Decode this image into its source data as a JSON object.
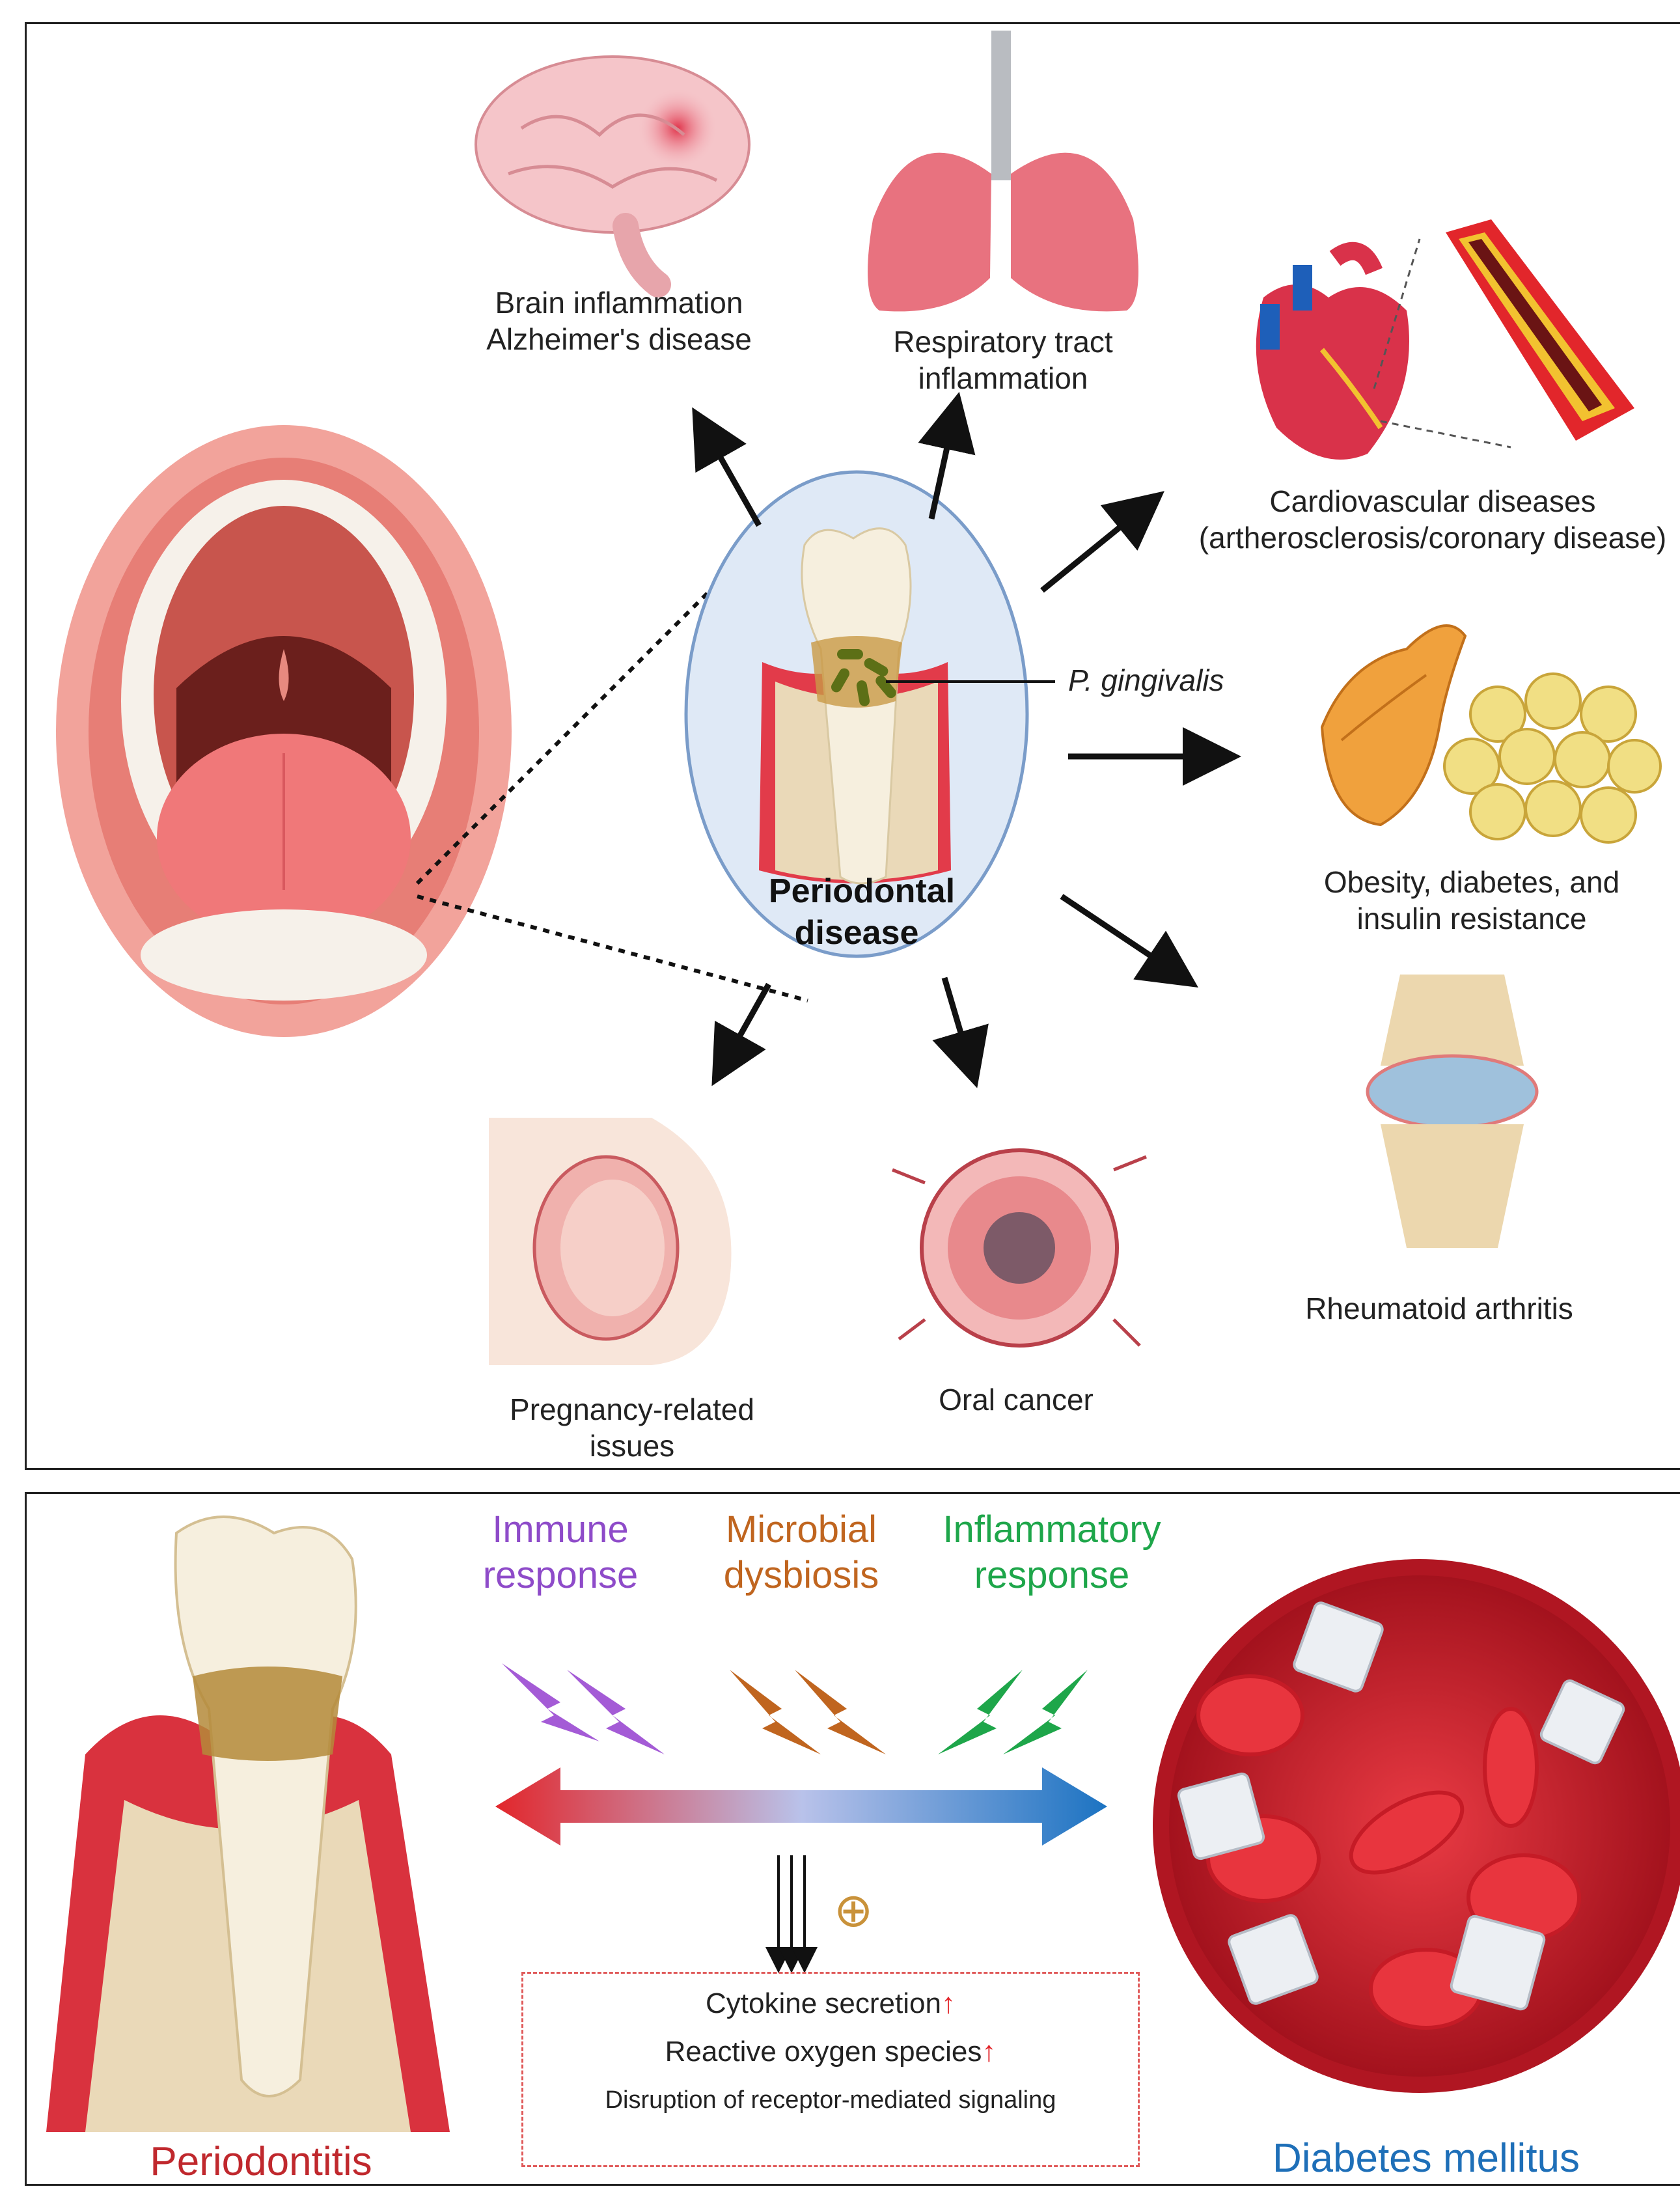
{
  "top_panel": {
    "center": {
      "label_line1": "Periodontal",
      "label_line2": "disease",
      "pathogen_label": "P. gingivalis"
    },
    "outcomes": [
      {
        "id": "brain",
        "lines": [
          "Brain inflammation",
          "Alzheimer's disease"
        ]
      },
      {
        "id": "respiratory",
        "lines": [
          "Respiratory tract",
          "inflammation"
        ]
      },
      {
        "id": "cardio",
        "lines": [
          "Cardiovascular diseases",
          "(artherosclerosis/coronary disease)"
        ]
      },
      {
        "id": "obesity",
        "lines": [
          "Obesity, diabetes, and",
          "insulin resistance"
        ]
      },
      {
        "id": "arthritis",
        "lines": [
          "Rheumatoid arthritis"
        ]
      },
      {
        "id": "oral-cancer",
        "lines": [
          "Oral cancer"
        ]
      },
      {
        "id": "pregnancy",
        "lines": [
          "Pregnancy-related",
          "issues"
        ]
      }
    ]
  },
  "bottom_panel": {
    "causes": [
      {
        "id": "immune",
        "lines": [
          "Immune",
          "response"
        ],
        "color": "#8e4bc9"
      },
      {
        "id": "microbial",
        "lines": [
          "Microbial",
          "dysbiosis"
        ],
        "color": "#c0651f"
      },
      {
        "id": "inflammatory",
        "lines": [
          "Inflammatory",
          "response"
        ],
        "color": "#1ea64a"
      }
    ],
    "plus_symbol": "⊕",
    "effects": [
      {
        "text": "Cytokine secretion",
        "arrow": "↑"
      },
      {
        "text": "Reactive oxygen species",
        "arrow": "↑"
      },
      {
        "text": "Disruption of receptor-mediated signaling",
        "arrow": ""
      }
    ],
    "left_label": "Periodontitis",
    "right_label": "Diabetes mellitus"
  },
  "colors": {
    "periodontitis": "#c0282d",
    "diabetes": "#1e6fb8",
    "arrow_left": "#e2262b",
    "arrow_right": "#1c73c2",
    "gum": "#e56b74",
    "bone": "#ead9b8",
    "tooth": "#f5ecd6"
  }
}
